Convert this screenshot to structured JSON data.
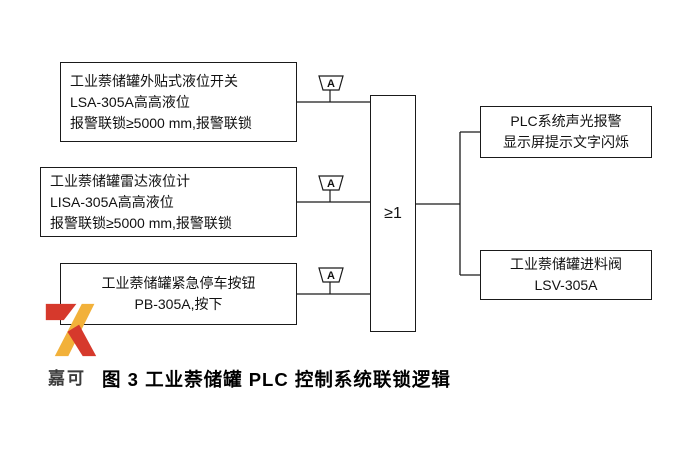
{
  "diagram": {
    "inputs": [
      {
        "line1": "工业萘储罐外贴式液位开关",
        "line2": "LSA-305A高高液位",
        "line3": "报警联锁≥5000 mm,报警联锁"
      },
      {
        "line1": "工业萘储罐雷达液位计",
        "line2": "LISA-305A高高液位",
        "line3": "报警联锁≥5000 mm,报警联锁"
      },
      {
        "line1": "工业萘储罐紧急停车按钮",
        "line2": "PB-305A,按下"
      }
    ],
    "gate_label": "≥1",
    "flag_label": "A",
    "outputs": [
      {
        "line1": "PLC系统声光报警",
        "line2": "显示屏提示文字闪烁"
      },
      {
        "line1": "工业萘储罐进料阀",
        "line2": "LSV-305A"
      }
    ]
  },
  "footer": {
    "logo_text": "嘉可",
    "caption": "图 3  工业萘储罐 PLC 控制系统联锁逻辑"
  },
  "colors": {
    "line": "#1a1a1a",
    "logo_red": "#d6392c",
    "logo_yellow": "#f2b13a"
  }
}
